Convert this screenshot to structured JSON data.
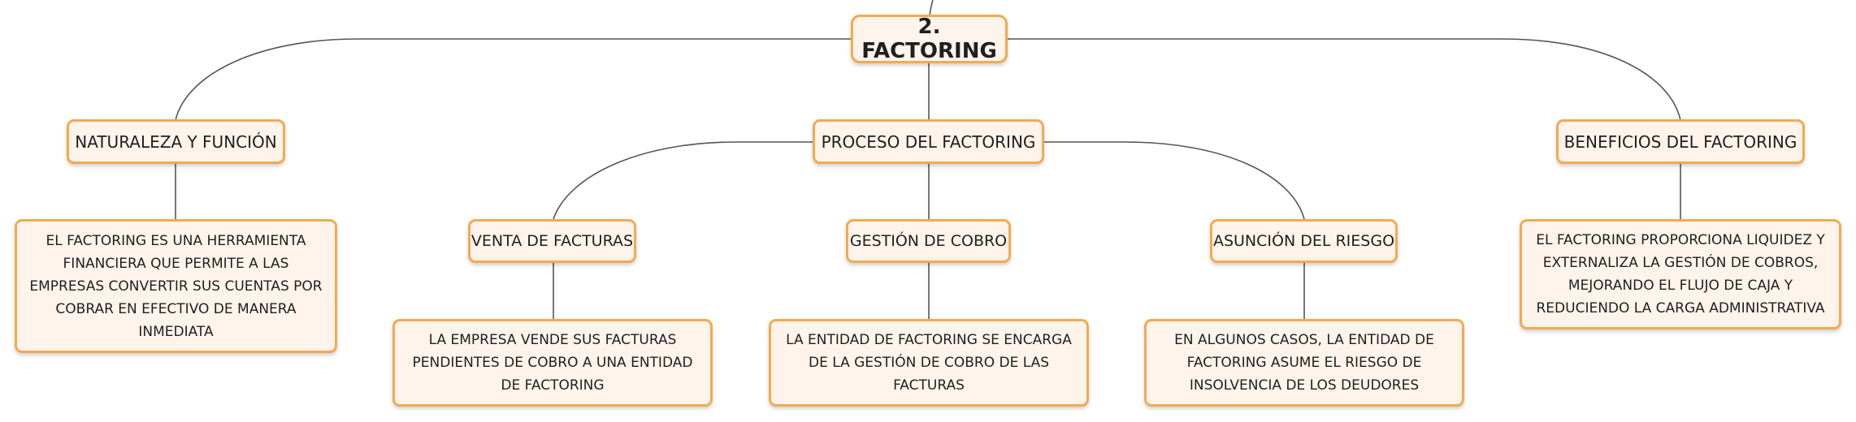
{
  "root": {
    "label": "2. FACTORING"
  },
  "branches": [
    {
      "label": "NATURALEZA Y FUNCIÓN",
      "leaf": "EL FACTORING ES UNA HERRAMIENTA FINANCIERA QUE PERMITE A LAS EMPRESAS CONVERTIR SUS CUENTAS POR COBRAR EN EFECTIVO DE MANERA INMEDIATA"
    },
    {
      "label": "PROCESO DEL FACTORING",
      "children": [
        {
          "label": "VENTA DE FACTURAS",
          "leaf": "LA EMPRESA VENDE SUS FACTURAS PENDIENTES DE COBRO A UNA ENTIDAD DE FACTORING"
        },
        {
          "label": "GESTIÓN DE COBRO",
          "leaf": "LA ENTIDAD DE FACTORING SE ENCARGA DE LA GESTIÓN DE COBRO DE LAS FACTURAS"
        },
        {
          "label": "ASUNCIÓN DEL RIESGO",
          "leaf": "EN ALGUNOS CASOS, LA ENTIDAD DE FACTORING ASUME EL RIESGO DE INSOLVENCIA DE LOS DEUDORES"
        }
      ]
    },
    {
      "label": "BENEFICIOS DEL FACTORING",
      "leaf": "EL FACTORING PROPORCIONA LIQUIDEZ Y EXTERNALIZA LA GESTIÓN DE COBROS, MEJORANDO EL FLUJO DE CAJA Y REDUCIENDO LA CARGA ADMINISTRATIVA"
    }
  ],
  "colors": {
    "node_fill": "#fff4ec",
    "node_border": "#f5a94e",
    "connector": "#555555"
  }
}
